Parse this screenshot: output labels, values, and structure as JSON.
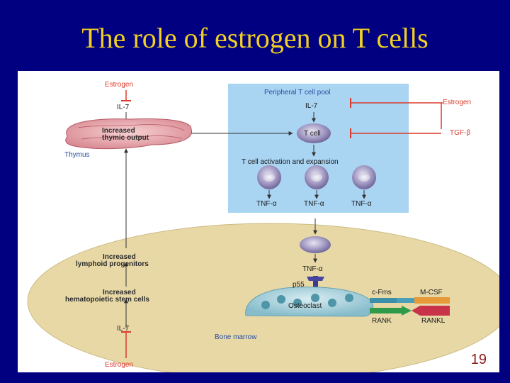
{
  "slide": {
    "title": "The role of estrogen on T cells",
    "page_number": "19"
  },
  "diagram": {
    "estrogen_top": "Estrogen",
    "il7_top": "IL-7",
    "thymus_text_1": "Increased",
    "thymus_text_2": "thymic output",
    "thymus_label": "Thymus",
    "peripheral_pool": "Peripheral T cell pool",
    "il7_pool": "IL-7",
    "estrogen_right": "Estrogen",
    "t_cell": "T cell",
    "tgf": "TGF-β",
    "activation": "T cell activation and expansion",
    "tnf_1": "TNF-α",
    "tnf_2": "TNF-α",
    "tnf_3": "TNF-α",
    "tnf_marrow": "TNF-α",
    "lymphoid_1": "Increased",
    "lymphoid_2": "lymphoid progenitors",
    "hemato_1": "Increased",
    "hemato_2": "hematopoietic stem cells",
    "p55": "p55",
    "osteoclast": "Osteoclast",
    "cfms": "c-Fms",
    "mcsf": "M-CSF",
    "rank": "RANK",
    "rankl": "RANKL",
    "il7_bottom": "IL-7",
    "bone_marrow": "Bone marrow",
    "estrogen_bottom": "Estrogen"
  },
  "colors": {
    "background": "#000080",
    "title": "#f2d022",
    "pool": "#a9d4f2",
    "marrow": "#e7d8a6",
    "inhibitor": "#d93a2b",
    "pagenum": "#8b1a1a"
  }
}
